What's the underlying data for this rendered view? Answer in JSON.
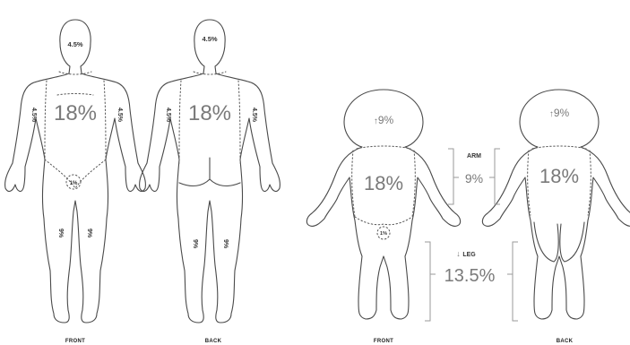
{
  "adult": {
    "front": {
      "caption": "FRONT",
      "head": "4.5%",
      "torso": "18%",
      "arm_left": "4.5%",
      "arm_right": "4.5%",
      "groin": "1%",
      "leg_left": "9%",
      "leg_right": "9%"
    },
    "back": {
      "caption": "BACK",
      "head": "4.5%",
      "torso": "18%",
      "arm_left": "4.5%",
      "arm_right": "4.5%",
      "leg_left": "9%",
      "leg_right": "9%"
    }
  },
  "child": {
    "front": {
      "caption": "FRONT",
      "head": "9%",
      "torso": "18%",
      "groin": "1%"
    },
    "back": {
      "caption": "BACK",
      "head": "9%",
      "torso": "18%"
    },
    "arm": {
      "label": "ARM",
      "value": "9%"
    },
    "leg": {
      "label": "LEG",
      "value": "13.5%"
    }
  },
  "colors": {
    "outline": "#4a4a4a",
    "text": "#7a7a7a",
    "bracket": "#9a9a9a"
  }
}
